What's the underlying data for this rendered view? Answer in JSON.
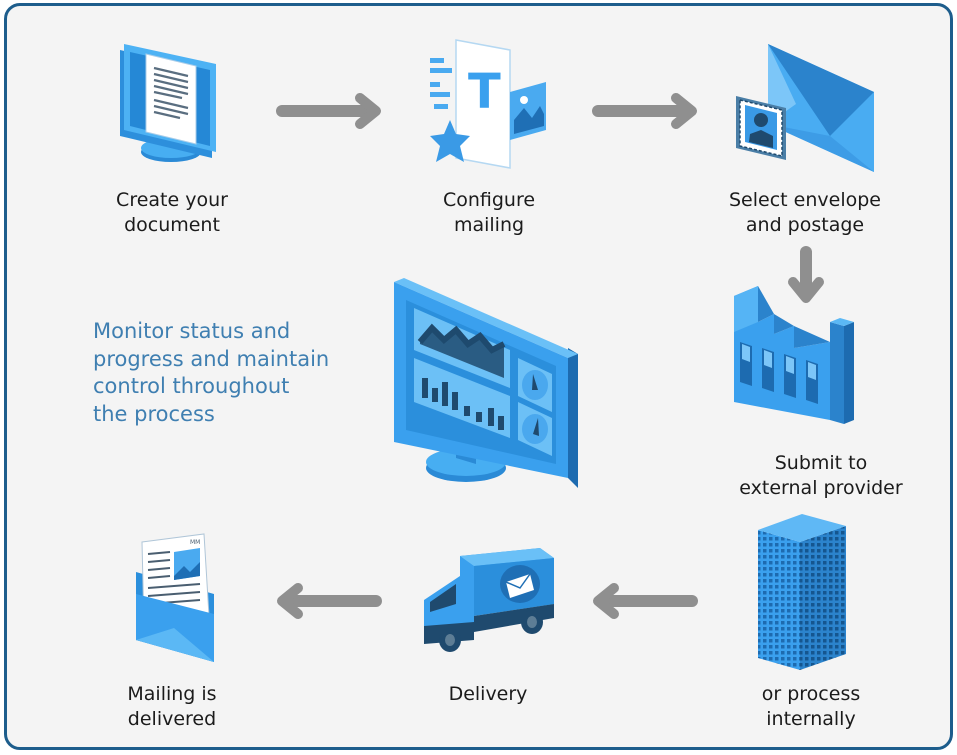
{
  "steps": {
    "create": {
      "line1": "Create your",
      "line2": "document"
    },
    "configure": {
      "line1": "Configure",
      "line2": "mailing"
    },
    "select": {
      "line1": "Select envelope",
      "line2": "and postage"
    },
    "submit": {
      "line1": "Submit to",
      "line2": "external provider"
    },
    "internal": {
      "line1": "or process",
      "line2": "internally"
    },
    "delivery": {
      "line1": "Delivery"
    },
    "delivered": {
      "line1": "Mailing is",
      "line2": "delivered"
    }
  },
  "monitor": {
    "line1": "Monitor status and",
    "line2": "progress and maintain",
    "line3": "control throughout",
    "line4": "the process"
  },
  "colors": {
    "frame": "#1d5d8c",
    "accent": "#3aa0ee",
    "arrow": "#8f8f8f",
    "monitor_text": "#3f7fb1"
  }
}
